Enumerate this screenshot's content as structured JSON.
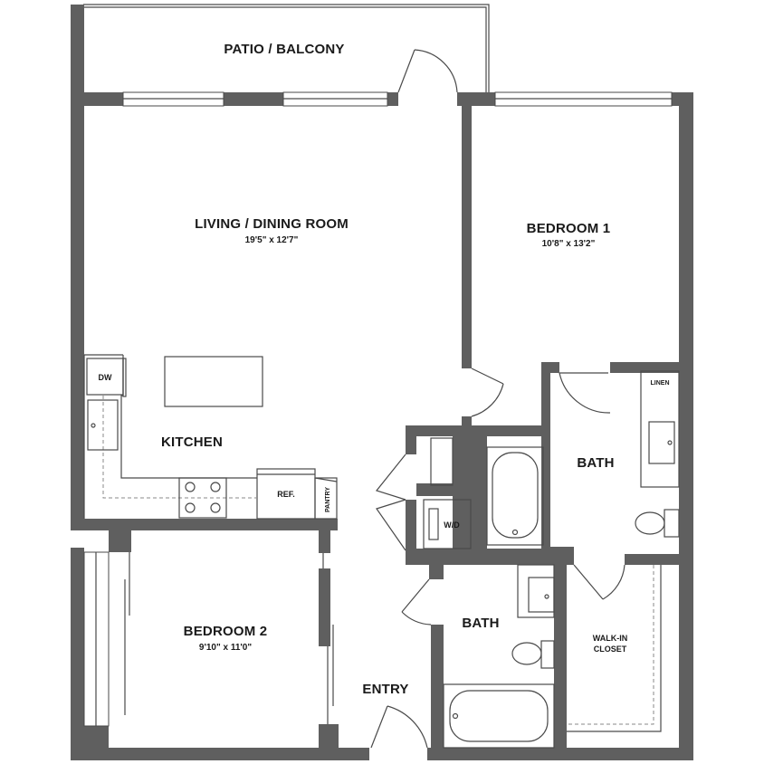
{
  "rooms": {
    "patio": {
      "name": "PATIO / BALCONY"
    },
    "living": {
      "name": "LIVING / DINING ROOM",
      "dims": "19'5\" x 12'7\""
    },
    "bedroom1": {
      "name": "BEDROOM 1",
      "dims": "10'8\" x 13'2\""
    },
    "kitchen": {
      "name": "KITCHEN"
    },
    "bedroom2": {
      "name": "BEDROOM 2",
      "dims": "9'10\" x 11'0\""
    },
    "bath_main": {
      "name": "BATH"
    },
    "bath_hall": {
      "name": "BATH"
    },
    "walkin": {
      "name_line1": "WALK-IN",
      "name_line2": "CLOSET"
    },
    "entry": {
      "name": "ENTRY"
    }
  },
  "fixtures": {
    "dishwasher": "DW",
    "refrigerator": "REF.",
    "pantry": "PANTRY",
    "washer_dryer": "W/D",
    "linen": "LINEN"
  },
  "colors": {
    "wall": "#5f5f5f",
    "line": "#4a4a4a",
    "dashed": "#8a8a8a"
  }
}
